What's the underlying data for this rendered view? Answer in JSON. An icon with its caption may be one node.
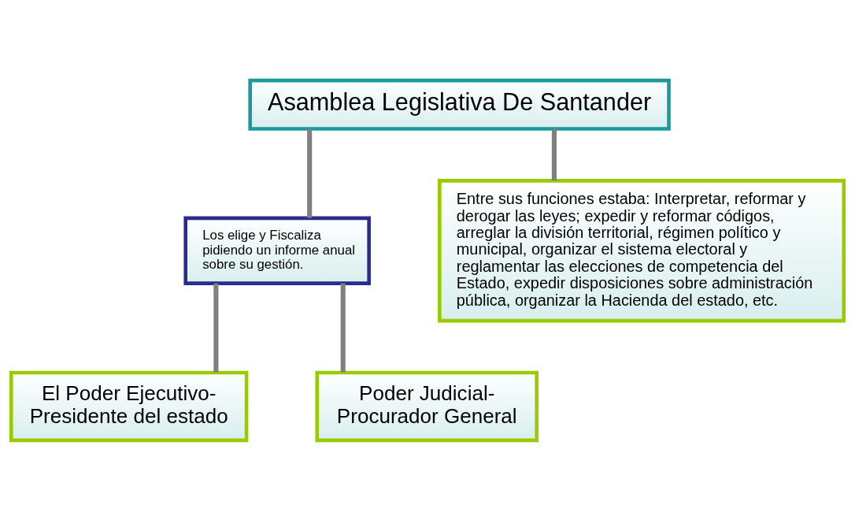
{
  "diagram": {
    "nodes": [
      {
        "text": [
          "Asamblea Legislativa De Santander"
        ]
      },
      {
        "text": [
          "Los elige y Fiscaliza pidiendo un informe anual sobre su gestión."
        ]
      },
      {
        "text": [
          "El Poder Ejecutivo- Presidente del estado"
        ]
      },
      {
        "text": [
          "Poder Judicial- Procurador General"
        ]
      },
      {
        "text": [
          "Entre sus funciones estaba: Interpretar, reformar y derogar las leyes; expedir y reformar códigos, arreglar la división territorial, régimen político y municipal, organizar el sistema electoral y reglamentar las elecciones de competencia del Estado, expedir disposiciones sobre administración pública, organizar la Hacienda del estado, etc."
        ]
      }
    ],
    "edges": [
      {
        "from": 0,
        "to": 1,
        "arrow": "none"
      },
      {
        "from": 1,
        "to": 2,
        "arrow": "none"
      },
      {
        "from": 1,
        "to": 3,
        "arrow": "none"
      },
      {
        "from": 0,
        "to": 4,
        "arrow": "none"
      }
    ]
  }
}
